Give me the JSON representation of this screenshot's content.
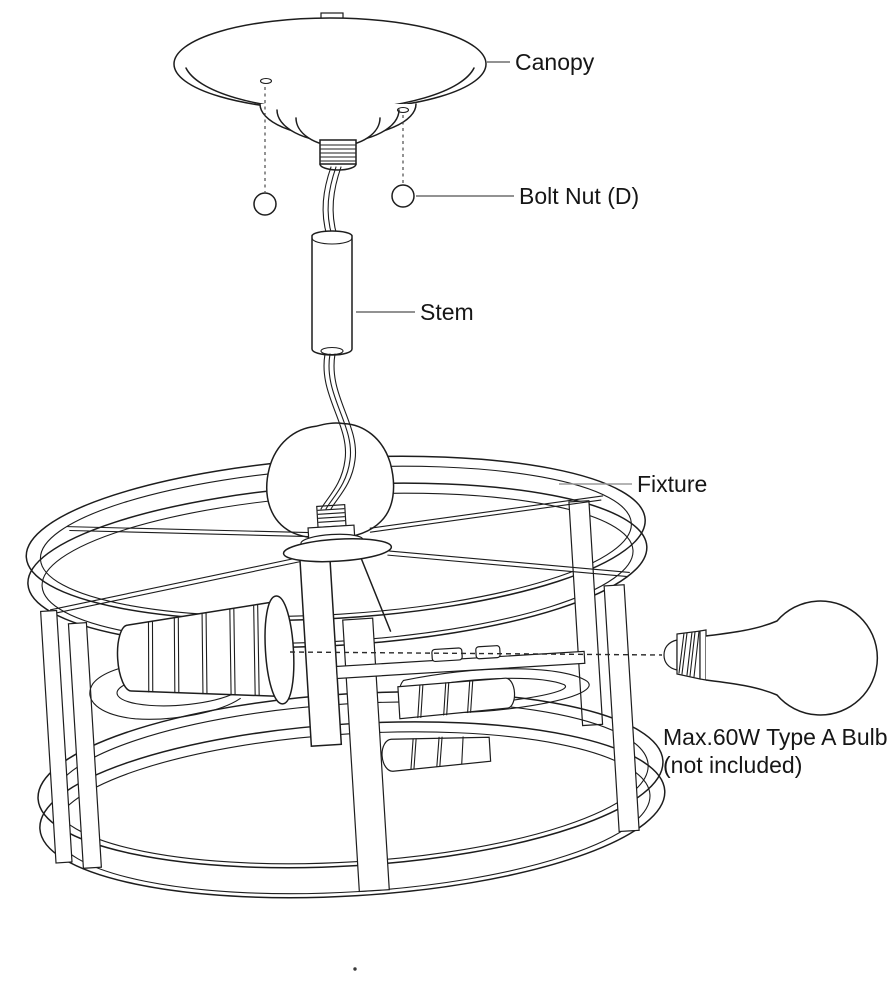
{
  "diagram": {
    "background": "#ffffff",
    "line_color": "#1d1d1d",
    "leader_color": "#6e6e6e",
    "leader_color_light": "#9b9b9b",
    "text_color": "#161616",
    "labels": {
      "canopy": "Canopy",
      "bolt_nut": "Bolt Nut (D)",
      "stem": "Stem",
      "fixture": "Fixture",
      "bulb_note_line1": "Max.60W Type A Bulb",
      "bulb_note_line2": "(not included)"
    }
  }
}
